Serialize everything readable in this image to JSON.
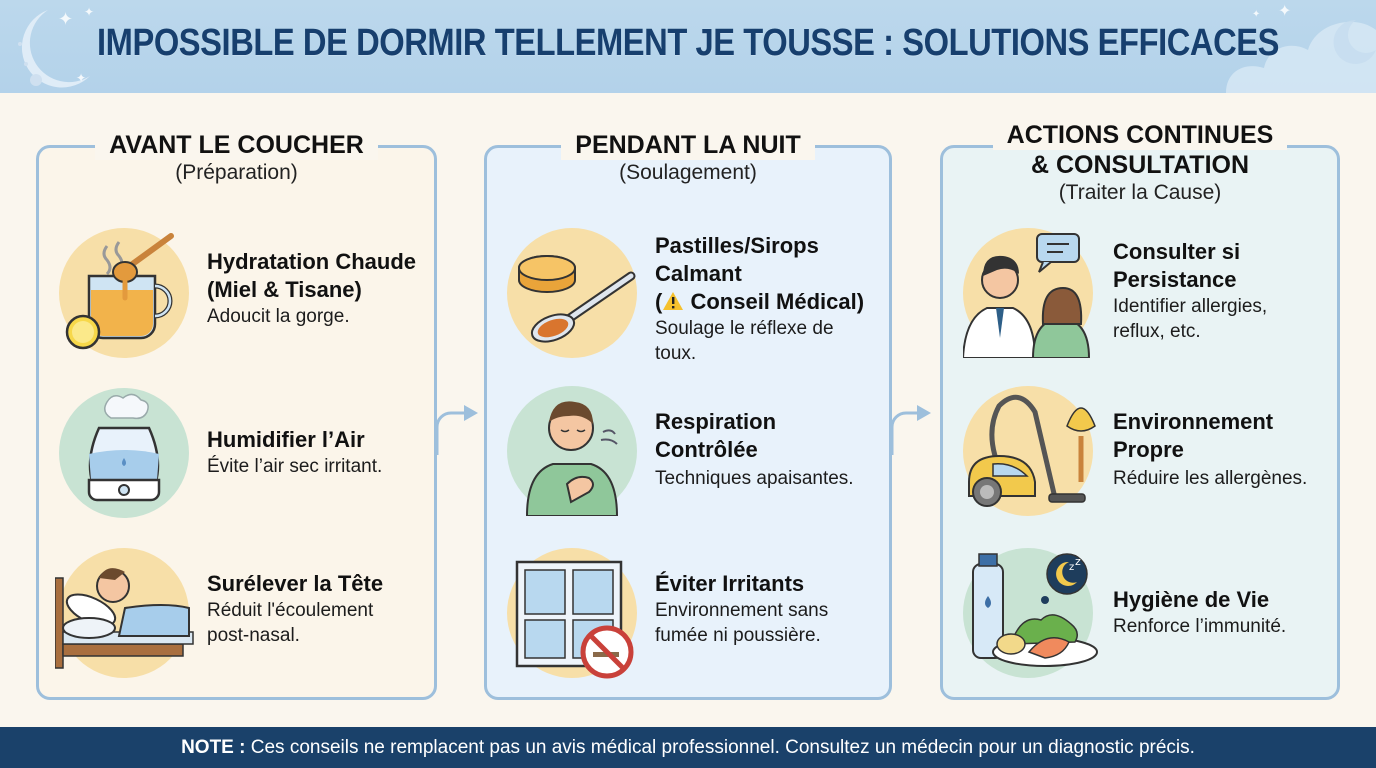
{
  "header": {
    "title": "IMPOSSIBLE DE DORMIR TELLEMENT JE TOUSSE : SOLUTIONS EFFICACES",
    "decor_icons": [
      "crescent-moon-icon",
      "star-icon",
      "cloud-icon"
    ]
  },
  "colors": {
    "header_bg": "#b3d2ea",
    "title_text": "#173f6e",
    "border": "#9dbfdc",
    "footer_bg": "#1a416a",
    "circle_yellow": "#f7dfa8",
    "circle_green": "#c8e3d3"
  },
  "columns": [
    {
      "title": "AVANT LE COUCHER",
      "subtitle": "(Préparation)",
      "items": [
        {
          "icon": "honey-tea-icon",
          "title_line1": "Hydratation Chaude",
          "title_line2": "(Miel & Tisane)",
          "desc_line1": "Adoucit la gorge.",
          "desc_line2": ""
        },
        {
          "icon": "humidifier-icon",
          "title_line1": "Humidifier l’Air",
          "title_line2": "",
          "desc_line1": "Évite l’air sec irritant.",
          "desc_line2": ""
        },
        {
          "icon": "elevated-head-bed-icon",
          "title_line1": "Surélever la Tête",
          "title_line2": "",
          "desc_line1": "Réduit l'écoulement",
          "desc_line2": "post-nasal."
        }
      ]
    },
    {
      "title": "PENDANT LA NUIT",
      "subtitle": "(Soulagement)",
      "items": [
        {
          "icon": "lozenge-syrup-spoon-icon",
          "title_line1": "Pastilles/Sirops",
          "title_line2": "Calmant",
          "warning_prefix": "(",
          "warning_icon": "warning-triangle-icon",
          "warning_text": "Conseil Médical)",
          "desc_line1": "Soulage le réflexe de",
          "desc_line2": "toux."
        },
        {
          "icon": "breathing-person-icon",
          "title_line1": "Respiration",
          "title_line2": "Contrôlée",
          "desc_line1": "Techniques apaisantes.",
          "desc_line2": ""
        },
        {
          "icon": "window-no-smoking-icon",
          "title_line1": "Éviter Irritants",
          "title_line2": "",
          "desc_line1": "Environnement sans",
          "desc_line2": "fumée ni poussière."
        }
      ]
    },
    {
      "title_line1": "ACTIONS CONTINUES",
      "title_line2": "& CONSULTATION",
      "subtitle": "(Traiter la Cause)",
      "items": [
        {
          "icon": "doctor-consultation-icon",
          "title_line1": "Consulter si",
          "title_line2": "Persistance",
          "desc_line1": "Identifier allergies,",
          "desc_line2": "reflux, etc."
        },
        {
          "icon": "vacuum-duster-icon",
          "title_line1": "Environnement",
          "title_line2": "Propre",
          "desc_line1": "Réduire les allergènes.",
          "desc_line2": ""
        },
        {
          "icon": "healthy-lifestyle-icon",
          "title_line1": "Hygiène de Vie",
          "title_line2": "",
          "desc_line1": "Renforce l’immunité.",
          "desc_line2": ""
        }
      ]
    }
  ],
  "footer": {
    "label": "NOTE :",
    "text": " Ces conseils ne remplacent pas un avis médical professionnel. Consultez un médecin pour un diagnostic précis."
  }
}
